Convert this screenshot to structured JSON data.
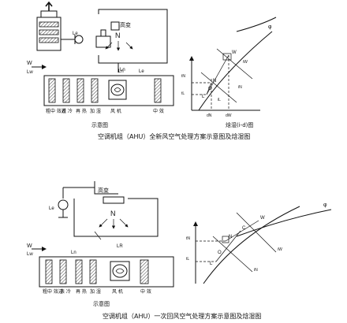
{
  "top": {
    "symbol_w": "W",
    "symbol_n": "N",
    "label_lw": "Lw",
    "label_le": "Le",
    "label_ln": "Ln",
    "label_le_fan": "Le",
    "label_gao_ya": "高变",
    "sections": [
      "粗中 效过",
      "表 冷",
      "再 热",
      "加 湿",
      "风 机",
      "中 效"
    ],
    "schematic_caption": "示意图",
    "chart_caption": "焓湿(i-d)图",
    "figure_caption": "空调机组（AHU）全新风空气处理方案示意图及焓湿图",
    "chart_labels": {
      "w": "W",
      "n": "N",
      "l": "L",
      "o": "O",
      "phi": "φ",
      "dn": "dN",
      "dw": "dW",
      "tn": "tN",
      "tl": "tL",
      "iw": "iW",
      "in": "iN",
      "il": "iL"
    }
  },
  "bottom": {
    "symbol_w": "W",
    "symbol_n": "N",
    "label_lw": "Lw",
    "label_le": "Le",
    "label_ln": "Ln",
    "label_lr": "LR",
    "label_gao_ya": "高变",
    "sections": [
      "粗中 效过",
      "表 冷",
      "再 热",
      "加 湿",
      "风 机",
      "中 效"
    ],
    "schematic_caption": "示意图",
    "figure_caption": "空调机组（AHU）一次回风空气处理方案示意图及焓湿图",
    "chart_labels": {
      "w": "W",
      "n": "N",
      "c": "C",
      "l": "L",
      "o": "O",
      "phi": "φ",
      "tn": "tN",
      "tl": "tL",
      "iw": "iW",
      "in": "iN"
    }
  }
}
